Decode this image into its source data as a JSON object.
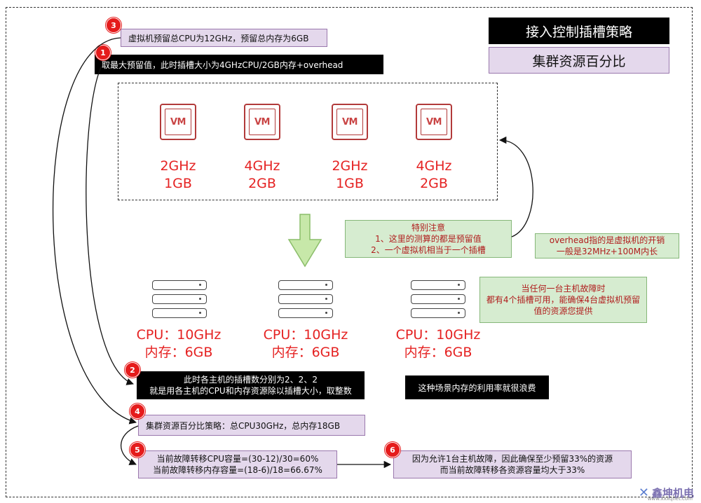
{
  "header": {
    "title": "接入控制插槽策略",
    "subtitle": "集群资源百分比"
  },
  "notes": {
    "n3": {
      "badge": "3",
      "text": "虚拟机预留总CPU为12GHz，预留总内存为6GB"
    },
    "n1": {
      "badge": "1",
      "text": "取最大预留值，此时插槽大小为4GHzCPU/2GB内存+overhead"
    },
    "n2": {
      "badge": "2",
      "line1": "此时各主机的插槽数分别为2、2、2",
      "line2": "就是用各主机的CPU和内存资源除以插槽大小，取整数"
    },
    "n4": {
      "badge": "4",
      "text": "集群资源百分比策略：总CPU30GHz，总内存18GB"
    },
    "n5": {
      "badge": "5",
      "line1": "当前故障转移CPU容量=(30-12)/30=60%",
      "line2": "当前故障转移内存容量=(18-6)/18=66.67%"
    },
    "n6": {
      "badge": "6",
      "line1": "因为允许1台主机故障，因此确保至少预留33%的资源",
      "line2": "而当前故障转移各资源容量均大于33%"
    },
    "attention": {
      "line1": "特别注意",
      "line2": "1、这里的测算的都是预留值",
      "line3": "2、一个虚拟机相当于一个插槽"
    },
    "overhead": {
      "line1": "overhead指的是虚拟机的开销",
      "line2": "一般是32MHz+100M内长"
    },
    "failure": {
      "line1": "当任何一台主机故障时",
      "line2": "都有4个插槽可用，能确保4台虚拟机预留",
      "line3": "值的资源您提供"
    },
    "waste": {
      "text": "这种场景内存的利用率就很浪费"
    }
  },
  "vms": [
    {
      "label": "VM",
      "cpu": "2GHz",
      "mem": "1GB"
    },
    {
      "label": "VM",
      "cpu": "4GHz",
      "mem": "2GB"
    },
    {
      "label": "VM",
      "cpu": "2GHz",
      "mem": "1GB"
    },
    {
      "label": "VM",
      "cpu": "4GHz",
      "mem": "2GB"
    }
  ],
  "hosts": [
    {
      "cpu": "CPU：10GHz",
      "mem": "内存：6GB"
    },
    {
      "cpu": "CPU：10GHz",
      "mem": "内存：6GB"
    },
    {
      "cpu": "CPU：10GHz",
      "mem": "内存：6GB"
    }
  ],
  "watermark": {
    "brand": "鑫坤机电",
    "url": "www.xxxqnet.com"
  },
  "colors": {
    "accent_red": "#e52222",
    "badge_red": "#e51b1b",
    "lavender": "#e4d8ec",
    "green": "#d6ecd0",
    "arrow_green": "#c7e8a9"
  }
}
